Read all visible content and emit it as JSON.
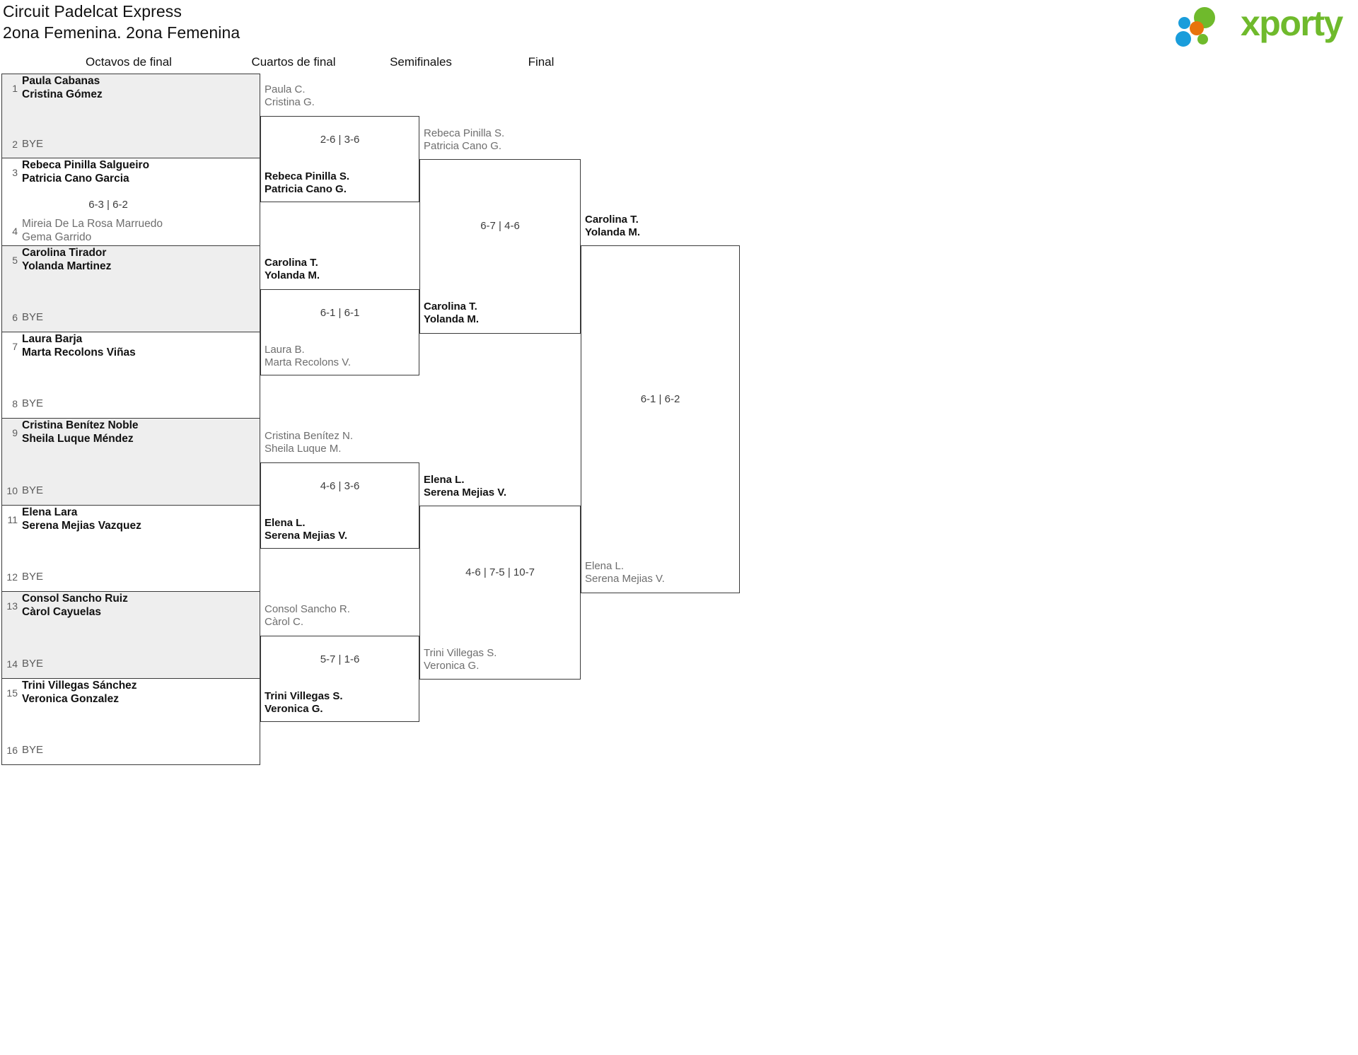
{
  "header": {
    "tournament": "Circuit Padelcat Express",
    "category": "2ona Femenina. 2ona Femenina",
    "logo_text": "xporty",
    "logo_colors": {
      "green": "#6fba2c",
      "orange": "#e8730c",
      "blue": "#1a9ddb"
    }
  },
  "rounds": [
    {
      "label": "Octavos de final"
    },
    {
      "label": "Cuartos de final"
    },
    {
      "label": "Semifinales"
    },
    {
      "label": "Final"
    }
  ],
  "round_of_16": [
    {
      "seed": "1",
      "names": [
        "Paula Cabanas",
        "Cristina Gómez"
      ],
      "state": "winner"
    },
    {
      "seed": "2",
      "names": [
        "BYE"
      ],
      "state": "bye"
    },
    {
      "seed": "3",
      "names": [
        "Rebeca Pinilla Salgueiro",
        "Patricia Cano Garcia"
      ],
      "state": "winner"
    },
    {
      "seed": "4",
      "names": [
        "Mireia De La Rosa Marruedo",
        "Gema Garrido"
      ],
      "state": "loser"
    },
    {
      "seed": "5",
      "names": [
        "Carolina Tirador",
        "Yolanda Martinez"
      ],
      "state": "winner"
    },
    {
      "seed": "6",
      "names": [
        "BYE"
      ],
      "state": "bye"
    },
    {
      "seed": "7",
      "names": [
        "Laura Barja",
        "Marta Recolons Viñas"
      ],
      "state": "winner"
    },
    {
      "seed": "8",
      "names": [
        "BYE"
      ],
      "state": "bye"
    },
    {
      "seed": "9",
      "names": [
        "Cristina Benítez Noble",
        "Sheila Luque Méndez"
      ],
      "state": "winner"
    },
    {
      "seed": "10",
      "names": [
        "BYE"
      ],
      "state": "bye"
    },
    {
      "seed": "11",
      "names": [
        "Elena Lara",
        "Serena Mejias Vazquez"
      ],
      "state": "winner"
    },
    {
      "seed": "12",
      "names": [
        "BYE"
      ],
      "state": "bye"
    },
    {
      "seed": "13",
      "names": [
        "Consol Sancho Ruiz",
        "Càrol Cayuelas"
      ],
      "state": "winner"
    },
    {
      "seed": "14",
      "names": [
        "BYE"
      ],
      "state": "bye"
    },
    {
      "seed": "15",
      "names": [
        "Trini Villegas Sánchez",
        "Veronica Gonzalez"
      ],
      "state": "winner"
    },
    {
      "seed": "16",
      "names": [
        "BYE"
      ],
      "state": "bye"
    }
  ],
  "r16_scores": [
    {
      "score": "6-3 | 6-2"
    }
  ],
  "quarterfinals": [
    {
      "score": "2-6 | 3-6",
      "top": {
        "names": [
          "Paula C.",
          "Cristina G."
        ],
        "state": "loser"
      },
      "bottom": {
        "names": [
          "Rebeca Pinilla S.",
          "Patricia Cano G."
        ],
        "state": "winner"
      }
    },
    {
      "score": "6-1 | 6-1",
      "top": {
        "names": [
          "Carolina T.",
          "Yolanda M."
        ],
        "state": "winner"
      },
      "bottom": {
        "names": [
          "Laura B.",
          "Marta Recolons V."
        ],
        "state": "loser"
      }
    },
    {
      "score": "4-6 | 3-6",
      "top": {
        "names": [
          "Cristina Benítez N.",
          "Sheila Luque M."
        ],
        "state": "loser"
      },
      "bottom": {
        "names": [
          "Elena L.",
          "Serena Mejias V."
        ],
        "state": "winner"
      }
    },
    {
      "score": "5-7 | 1-6",
      "top": {
        "names": [
          "Consol Sancho R.",
          "Càrol C."
        ],
        "state": "loser"
      },
      "bottom": {
        "names": [
          "Trini Villegas S.",
          "Veronica G."
        ],
        "state": "winner"
      }
    }
  ],
  "semifinals": [
    {
      "score": "6-7 | 4-6",
      "top": {
        "names": [
          "Rebeca Pinilla S.",
          "Patricia Cano G."
        ],
        "state": "loser"
      },
      "bottom": {
        "names": [
          "Carolina T.",
          "Yolanda M."
        ],
        "state": "winner"
      }
    },
    {
      "score": "4-6 | 7-5 | 10-7",
      "top": {
        "names": [
          "Elena L.",
          "Serena Mejias V."
        ],
        "state": "winner"
      },
      "bottom": {
        "names": [
          "Trini Villegas S.",
          "Veronica G."
        ],
        "state": "loser"
      }
    }
  ],
  "final": {
    "score": "6-1 | 6-2",
    "top": {
      "names": [
        "Carolina T.",
        "Yolanda M."
      ],
      "state": "winner"
    },
    "bottom": {
      "names": [
        "Elena L.",
        "Serena Mejias V."
      ],
      "state": "loser"
    }
  }
}
